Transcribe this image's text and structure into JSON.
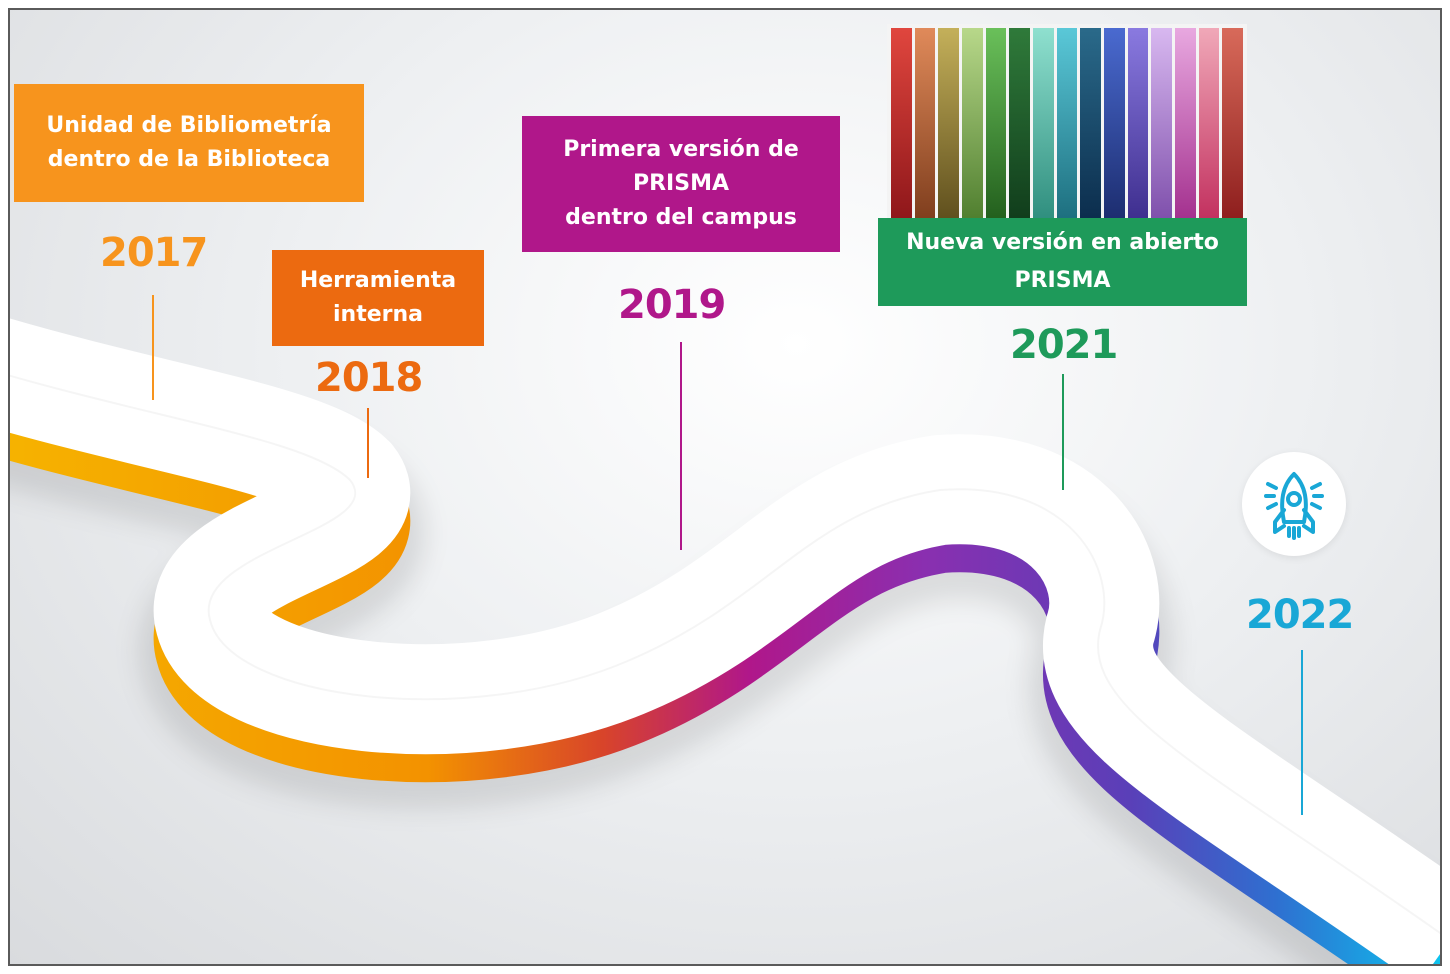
{
  "milestones": [
    {
      "year": "2017",
      "lines": [
        "Unidad de Bibliometría",
        "dentro de la Biblioteca"
      ],
      "color": "#f7941d"
    },
    {
      "year": "2018",
      "lines": [
        "Herramienta",
        "interna"
      ],
      "color": "#ec6a10"
    },
    {
      "year": "2019",
      "lines": [
        "Primera versión de",
        "PRISMA",
        "dentro del campus"
      ],
      "color": "#b0178a"
    },
    {
      "year": "2021",
      "lines": [
        "Nueva versión en abierto",
        "PRISMA"
      ],
      "color": "#1e9a5a"
    },
    {
      "year": "2022",
      "lines": [],
      "color": "#19a7d6"
    }
  ],
  "icons": {
    "milestone_2022": "rocket-icon",
    "milestone_2021_banner": "prisma-stripes-image"
  },
  "stripe_colors": [
    "#c8242a",
    "#c96a3a",
    "#9a8a3a",
    "#7fa84a",
    "#3f9a3c",
    "#1f6f3a",
    "#3bb7a5",
    "#2aa9b7",
    "#1f6f8a",
    "#2b4fa3",
    "#5b3fa6",
    "#9b5cc7",
    "#b845a0",
    "#d23a7a",
    "#c8342e"
  ]
}
